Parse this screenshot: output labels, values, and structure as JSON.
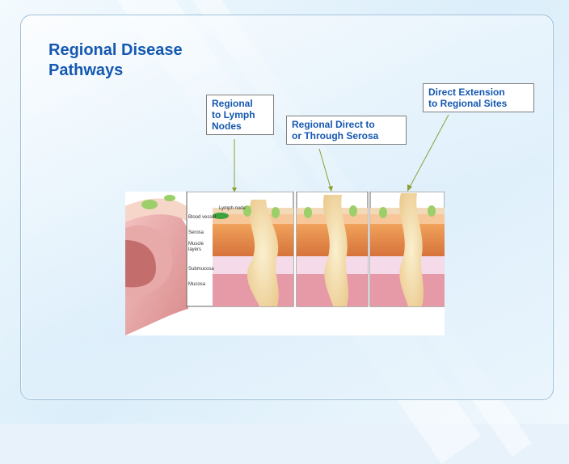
{
  "slide": {
    "title_line1": "Regional Disease",
    "title_line2": "Pathways",
    "callouts": [
      {
        "line1": "Regional",
        "line2": "to Lymph",
        "line3": "Nodes"
      },
      {
        "line1": "Regional Direct to",
        "line2": "or Through Serosa"
      },
      {
        "line1": "Direct Extension",
        "line2": "to Regional Sites"
      }
    ]
  },
  "figure": {
    "labels": {
      "lymph": "Lymph node",
      "blood": "Blood vessel",
      "serosa": "Serosa",
      "muscle1": "Muscle",
      "muscle2": "layers",
      "submucosa": "Submucosa",
      "mucosa": "Mucosa"
    }
  },
  "colors": {
    "title": "#1558b0",
    "callout_text": "#1558b0",
    "leader_line": "#8aa034"
  }
}
